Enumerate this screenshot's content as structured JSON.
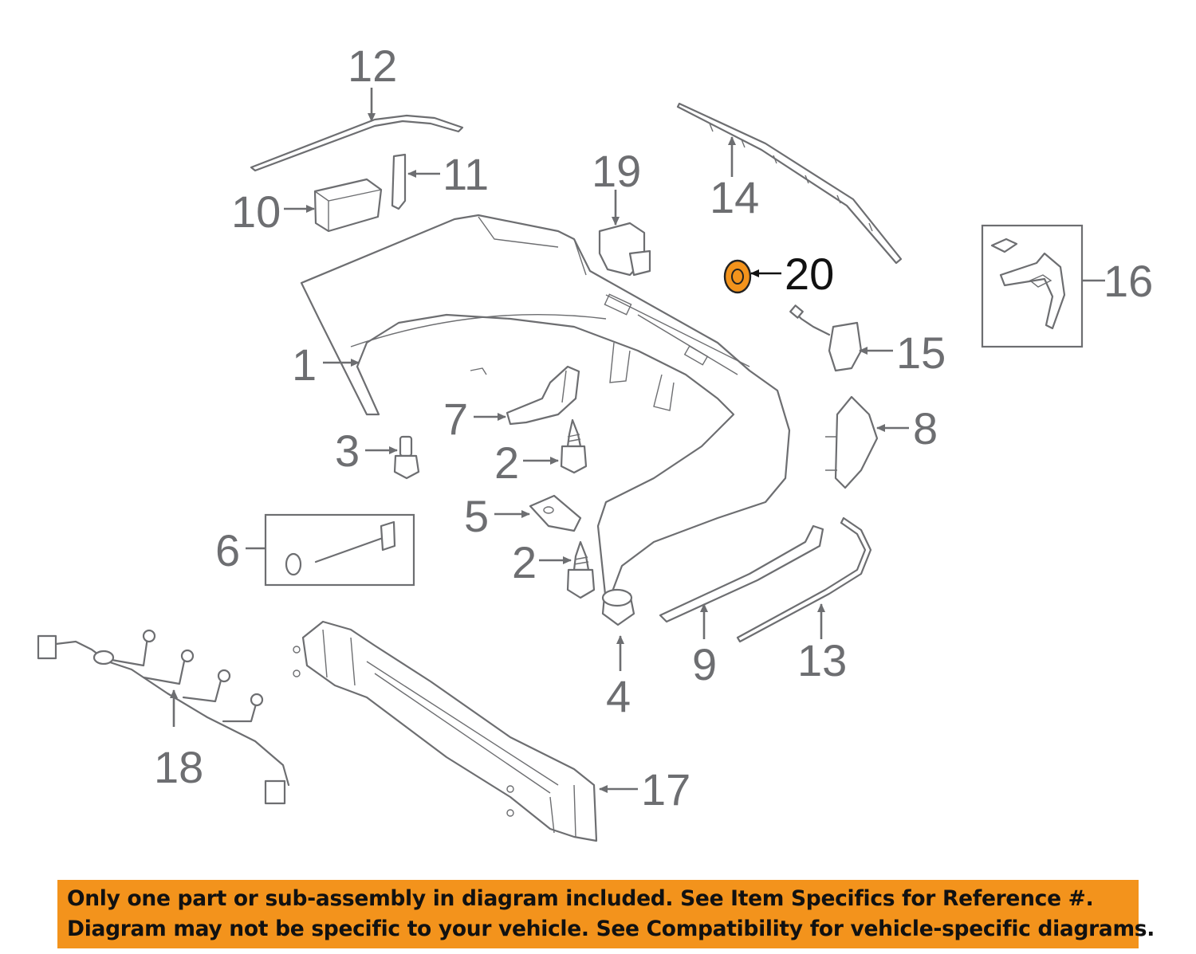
{
  "diagram": {
    "callouts": [
      "1",
      "2",
      "2",
      "3",
      "4",
      "5",
      "6",
      "7",
      "8",
      "9",
      "10",
      "11",
      "12",
      "13",
      "14",
      "15",
      "16",
      "17",
      "18",
      "19",
      "20"
    ],
    "highlighted_part": "20",
    "highlight_color": "#f3931c"
  },
  "notice": {
    "line1": "Only one part or sub-assembly in diagram included. See Item Specifics for Reference #.",
    "line2": "Diagram may not be specific to your vehicle. See Compatibility for vehicle-specific diagrams.",
    "background_color": "#f3931c"
  }
}
